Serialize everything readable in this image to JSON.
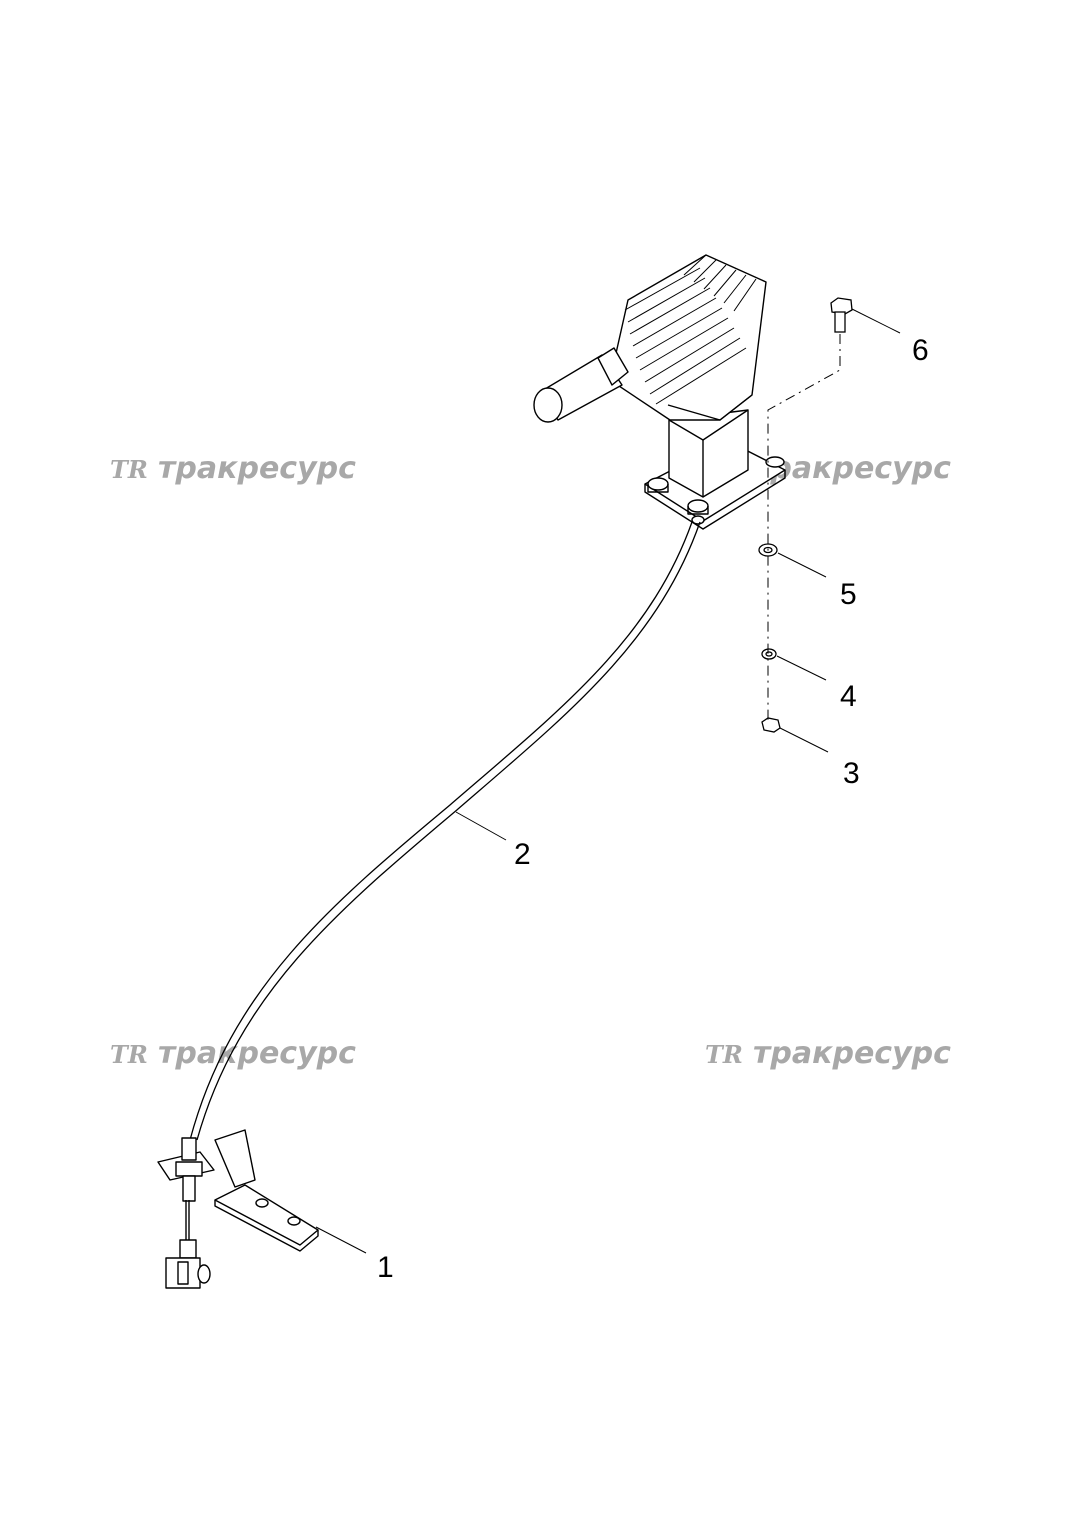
{
  "watermark": {
    "logo": "TR",
    "text": "тракресурс"
  },
  "callouts": [
    {
      "id": "1",
      "label": "1"
    },
    {
      "id": "2",
      "label": "2"
    },
    {
      "id": "3",
      "label": "3"
    },
    {
      "id": "4",
      "label": "4"
    },
    {
      "id": "5",
      "label": "5"
    },
    {
      "id": "6",
      "label": "6"
    }
  ]
}
